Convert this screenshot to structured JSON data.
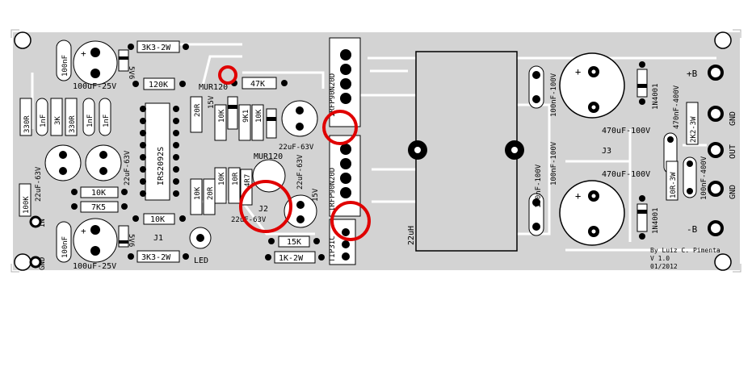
{
  "board": {
    "credits": [
      "By Luiz C. Pimenta",
      "V 1.0",
      "01/2012"
    ],
    "terminals": {
      "plus_b": "+B",
      "minus_b": "-B",
      "gnd_top": "GND",
      "out": "OUT",
      "gnd_bottom": "GND",
      "in": "IN",
      "gnd_left": "GND"
    },
    "labels": {
      "r_3k3_top": "3K3-2W",
      "r_3k3_bottom": "3K3-2W",
      "r_120k": "120K",
      "r_47k": "47K",
      "c_100uf_top": "100uF-25V",
      "c_100uf_bottom": "100uF-25V",
      "zener_top": "5V6",
      "zener_bottom": "5V6",
      "mur_top": "MUR120",
      "mur_bottom": "MUR120",
      "r_330r_a": "330R",
      "r_330r_b": "330R",
      "r_3k": "3K",
      "c_1nf_a": "1nF",
      "c_1nf_b": "1nF",
      "c_1nf_c": "1nF",
      "c_22uf_left": "22uF-63V",
      "c_22uf_mid": "22uF-63V",
      "c_22uf_right_a": "22uF-63V",
      "c_22uf_right_b": "22uF-63V",
      "c_22uf_bottom": "22uF-63V",
      "r_10k_a": "10K",
      "r_7k5": "7K5",
      "r_10k_b": "10K",
      "r_100k": "100K",
      "ic": "IRS2092S",
      "r_20r_a": "20R",
      "r_20r_b": "20R",
      "z_15v_a": "15V",
      "z_15v_b": "15V",
      "r_10k_c": "10K",
      "r_9k1": "9K1",
      "r_10k_d": "10K",
      "r_10k_e": "10K",
      "r_10r_a": "10R",
      "r_4r7": "4R7",
      "r_10k_f": "10K",
      "j2": "J2",
      "j1": "J1",
      "led": "LED",
      "r_15k": "15K",
      "r_1k": "1K-2W",
      "tip31c": "TIP31C",
      "mosfet_top": "IRFP90N20D",
      "mosfet_bottom": "IRFP90N20D",
      "inductor": "22uH",
      "c_100nf_a": "100nF-100V",
      "c_100nf_b": "100nF-100V",
      "c_100nf_c": "100nF-100V",
      "c_470uf_top": "470uF-100V",
      "c_470uf_bottom": "470uF-100V",
      "j3": "J3",
      "d_top": "1N4001",
      "d_bottom": "1N4001",
      "c_470nf": "470nF-400V",
      "r_2k2": "2K2-3W",
      "c_100nf_400": "100nF-400V",
      "r_10r_3w": "10R-3W",
      "c_100nf_small_a": "100nF",
      "c_100nf_small_b": "100nF"
    },
    "colors": {
      "copper": "#d3d3d3",
      "pad": "#000000",
      "highlight": "#e00000",
      "background": "#ffffff"
    }
  }
}
